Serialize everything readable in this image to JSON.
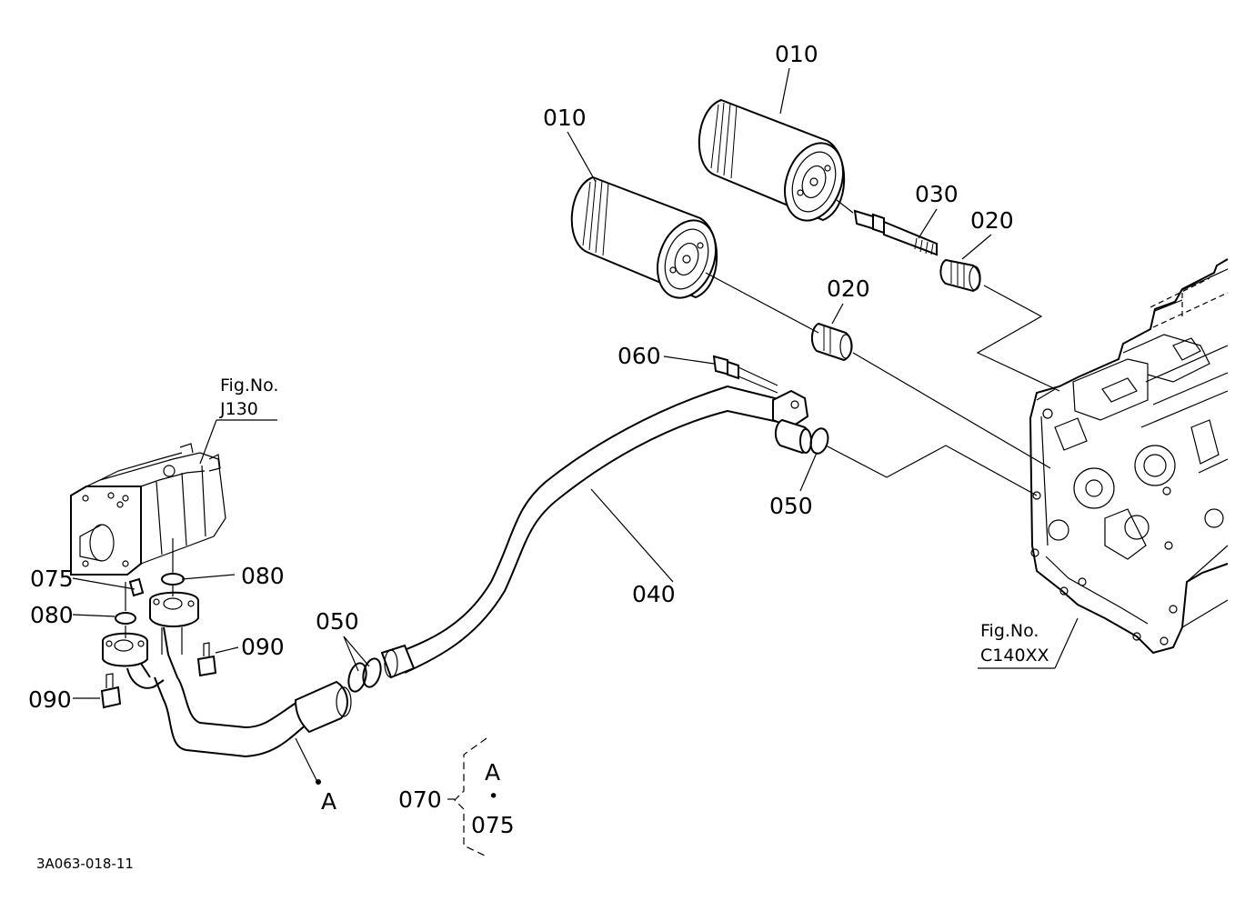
{
  "labels": {
    "p010_top": "010",
    "p010_left": "010",
    "p030": "030",
    "p020_right": "020",
    "p020_mid": "020",
    "p060": "060",
    "p050_right": "050",
    "p050_left": "050",
    "p040": "040",
    "p075": "075",
    "p080_right": "080",
    "p080_left": "080",
    "p090_right": "090",
    "p090_left": "090",
    "point_a": "A",
    "p070": "070",
    "legend_a": "A",
    "legend_dot": "•",
    "legend_075": "075"
  },
  "refs": {
    "j130_title": "Fig.No.",
    "j130_num": "J130",
    "c140_title": "Fig.No.",
    "c140_num": "C140XX"
  },
  "drawing_code": "3A063-018-11"
}
